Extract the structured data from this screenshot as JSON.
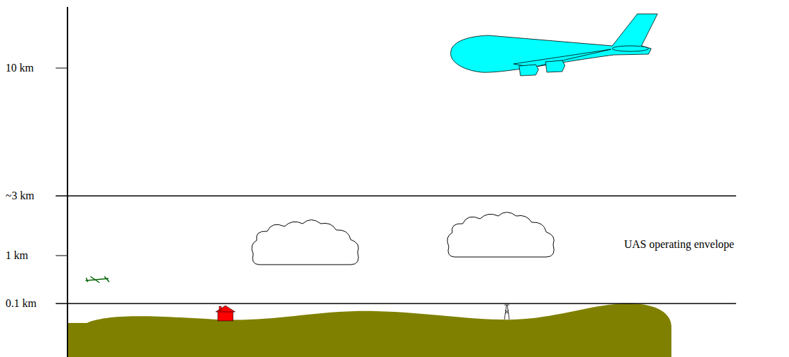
{
  "diagram": {
    "labels": [
      "10 km",
      "~3 km",
      "1 km",
      "0.1 km",
      "UAS operating envelope"
    ]
  }
}
